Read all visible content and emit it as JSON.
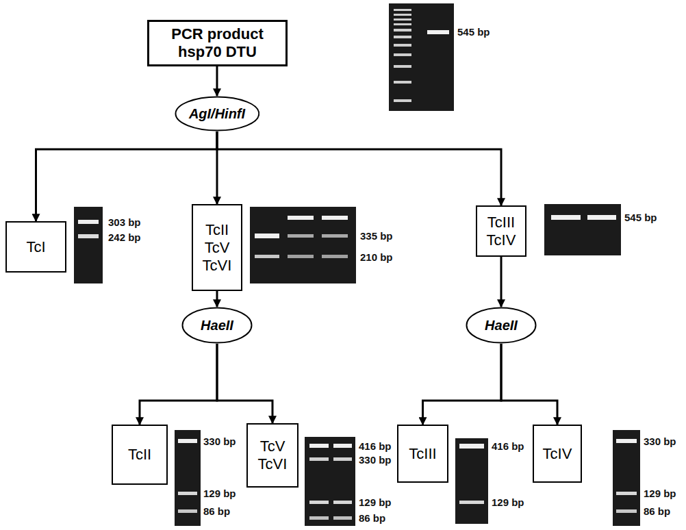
{
  "diagram": {
    "nodes": [
      {
        "text": [
          "PCR product hsp70 DTU"
        ]
      },
      {
        "text": [
          "AgI/HinfI"
        ]
      },
      {
        "text": [
          "TcI"
        ]
      },
      {
        "text": [
          "TcII TcV TcVI"
        ]
      },
      {
        "text": [
          "TcIII TcIV"
        ]
      },
      {
        "text": [
          "HaeII"
        ]
      },
      {
        "text": [
          "HaeII"
        ]
      },
      {
        "text": [
          "TcII"
        ]
      },
      {
        "text": [
          "TcV TcVI"
        ]
      },
      {
        "text": [
          "TcIII"
        ]
      },
      {
        "text": [
          "TcIV"
        ]
      }
    ],
    "edges": [
      {
        "from": 0,
        "to": 1,
        "arrow": "to"
      },
      {
        "from": 1,
        "to": 2,
        "arrow": "to"
      },
      {
        "from": 1,
        "to": 3,
        "arrow": "to"
      },
      {
        "from": 1,
        "to": 4,
        "arrow": "to"
      },
      {
        "from": 3,
        "to": 5,
        "arrow": "to"
      },
      {
        "from": 4,
        "to": 6,
        "arrow": "to"
      },
      {
        "from": 5,
        "to": 7,
        "arrow": "to"
      },
      {
        "from": 5,
        "to": 8,
        "arrow": "to"
      },
      {
        "from": 6,
        "to": 9,
        "arrow": "to"
      },
      {
        "from": 6,
        "to": 10,
        "arrow": "to"
      }
    ],
    "labels": [
      "545 bp",
      "303 bp",
      "242 bp",
      "335 bp",
      "210 bp",
      "545 bp",
      "330 bp",
      "129 bp",
      "86 bp",
      "416 bp",
      "330 bp",
      "129 bp",
      "86 bp",
      "416 bp",
      "129 bp",
      "330 bp",
      "129 bp",
      "86 bp"
    ]
  }
}
